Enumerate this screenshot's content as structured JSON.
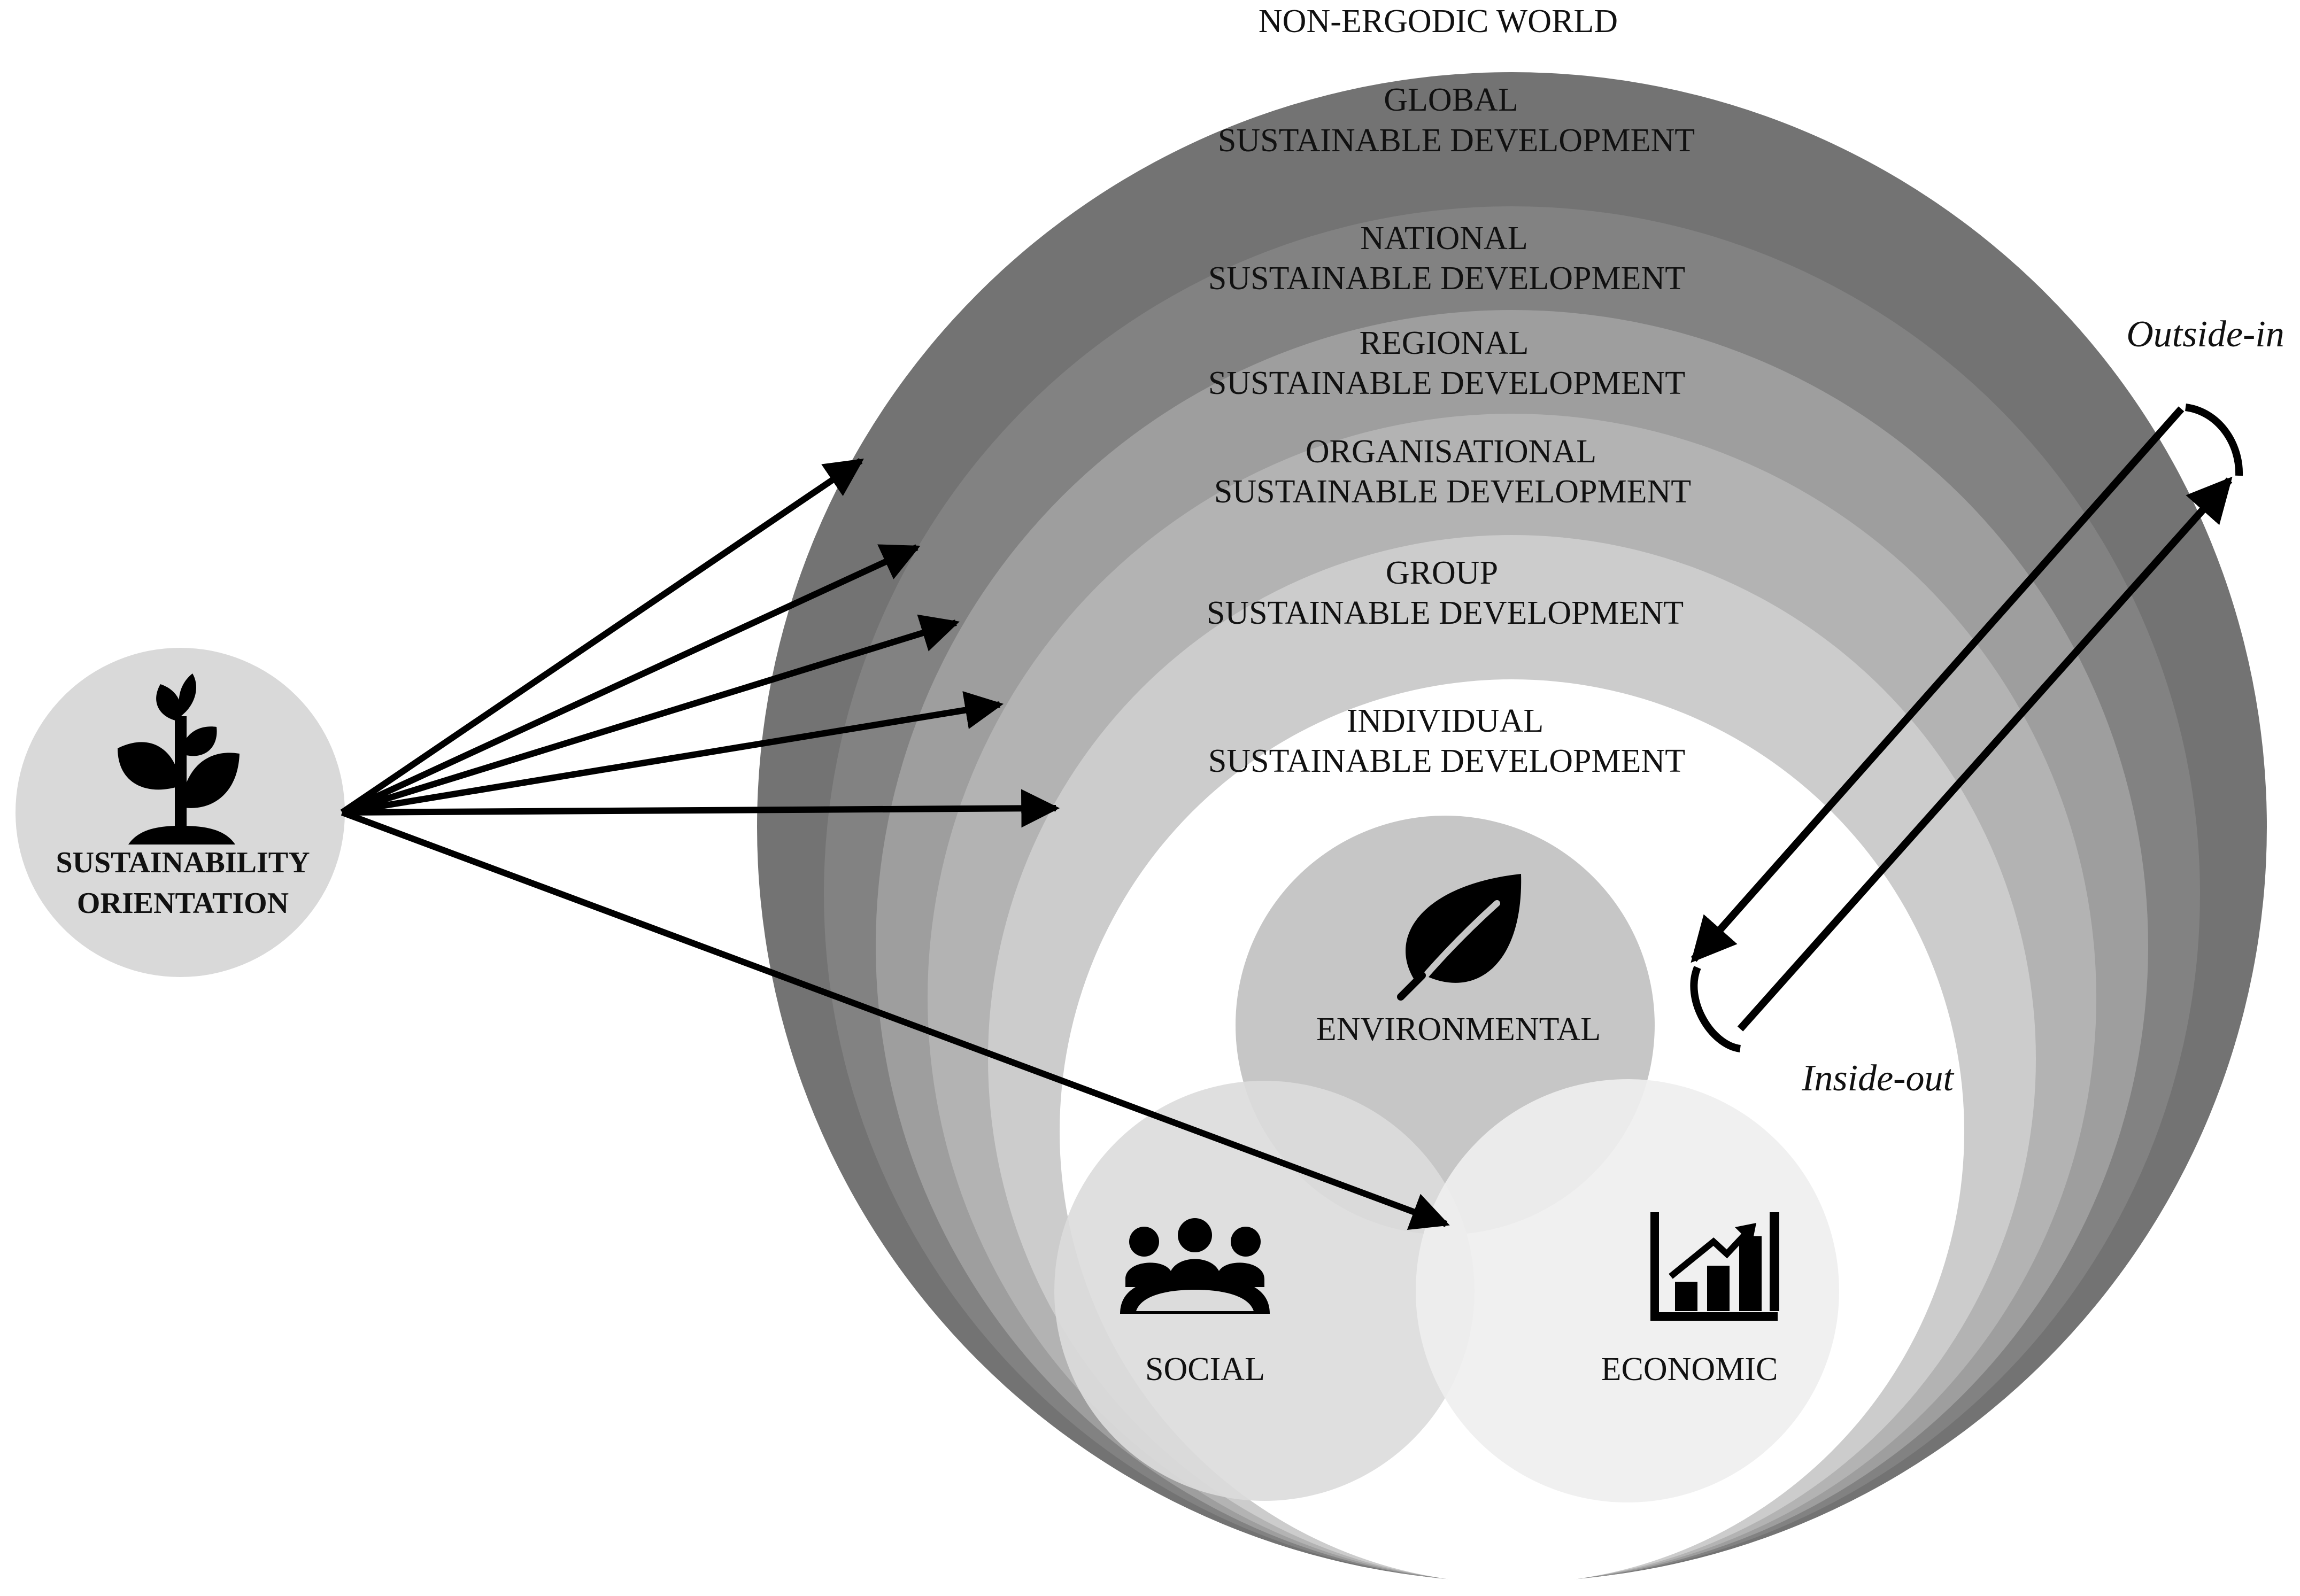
{
  "diagram": {
    "world_label": "NON-ERGODIC WORLD",
    "levels": [
      {
        "line1": "GLOBAL",
        "line2": "SUSTAINABLE DEVELOPMENT",
        "color": "#737373"
      },
      {
        "line1": "NATIONAL",
        "line2": "SUSTAINABLE DEVELOPMENT",
        "color": "#828282"
      },
      {
        "line1": "REGIONAL",
        "line2": "SUSTAINABLE DEVELOPMENT",
        "color": "#9e9e9e"
      },
      {
        "line1": "ORGANISATIONAL",
        "line2": "SUSTAINABLE DEVELOPMENT",
        "color": "#b3b3b3"
      },
      {
        "line1": "GROUP",
        "line2": "SUSTAINABLE DEVELOPMENT",
        "color": "#cccccc"
      },
      {
        "line1": "INDIVIDUAL",
        "line2": "SUSTAINABLE DEVELOPMENT",
        "color": "#ffffff"
      }
    ],
    "orientation": {
      "line1": "SUSTAINABILITY",
      "line2": "ORIENTATION",
      "icon": "plant-sprout-icon",
      "color": "#d9d9d9"
    },
    "pillars": {
      "environmental": {
        "label": "ENVIRONMENTAL",
        "icon": "leaf-icon",
        "color": "#c6c6c6"
      },
      "social": {
        "label": "SOCIAL",
        "icon": "people-group-icon",
        "color": "#dcdcdc"
      },
      "economic": {
        "label": "ECONOMIC",
        "icon": "bar-chart-growth-icon",
        "color": "#eeeeee"
      }
    },
    "flows": {
      "outside_in": "Outside-in",
      "inside_out": "Inside-out"
    }
  }
}
